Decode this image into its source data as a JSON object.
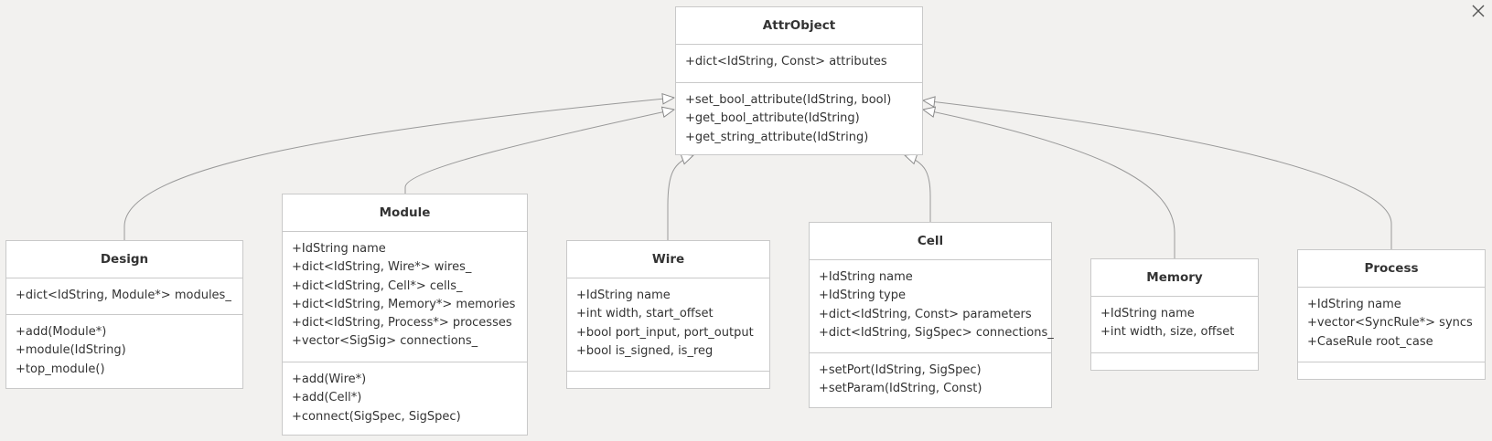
{
  "window": {
    "close_icon": "close-icon"
  },
  "classes": {
    "attrobject": {
      "name": "AttrObject",
      "attributes": [
        "+dict<IdString, Const> attributes"
      ],
      "methods": [
        "+set_bool_attribute(IdString, bool)",
        "+get_bool_attribute(IdString)",
        "+get_string_attribute(IdString)"
      ]
    },
    "design": {
      "name": "Design",
      "attributes": [
        "+dict<IdString, Module*> modules_"
      ],
      "methods": [
        "+add(Module*)",
        "+module(IdString)",
        "+top_module()"
      ]
    },
    "module": {
      "name": "Module",
      "attributes": [
        "+IdString name",
        "+dict<IdString, Wire*> wires_",
        "+dict<IdString, Cell*> cells_",
        "+dict<IdString, Memory*> memories",
        "+dict<IdString, Process*> processes",
        "+vector<SigSig> connections_"
      ],
      "methods": [
        "+add(Wire*)",
        "+add(Cell*)",
        "+connect(SigSpec, SigSpec)"
      ]
    },
    "wire": {
      "name": "Wire",
      "attributes": [
        "+IdString name",
        "+int width, start_offset",
        "+bool port_input, port_output",
        "+bool is_signed, is_reg"
      ],
      "methods": []
    },
    "cell": {
      "name": "Cell",
      "attributes": [
        "+IdString name",
        "+IdString type",
        "+dict<IdString, Const> parameters",
        "+dict<IdString, SigSpec> connections_"
      ],
      "methods": [
        "+setPort(IdString, SigSpec)",
        "+setParam(IdString, Const)"
      ]
    },
    "memory": {
      "name": "Memory",
      "attributes": [
        "+IdString name",
        "+int width, size, offset"
      ],
      "methods": []
    },
    "process": {
      "name": "Process",
      "attributes": [
        "+IdString name",
        "+vector<SyncRule*> syncs",
        "+CaseRule root_case"
      ],
      "methods": []
    }
  },
  "relations": [
    {
      "from": "Design",
      "to": "AttrObject",
      "type": "inheritance"
    },
    {
      "from": "Module",
      "to": "AttrObject",
      "type": "inheritance"
    },
    {
      "from": "Wire",
      "to": "AttrObject",
      "type": "inheritance"
    },
    {
      "from": "Cell",
      "to": "AttrObject",
      "type": "inheritance"
    },
    {
      "from": "Memory",
      "to": "AttrObject",
      "type": "inheritance"
    },
    {
      "from": "Process",
      "to": "AttrObject",
      "type": "inheritance"
    }
  ]
}
